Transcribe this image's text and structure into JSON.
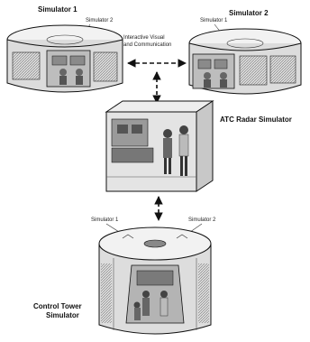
{
  "labels": {
    "sim1_title": "Simulator 1",
    "sim1_callout": "Simulator 2",
    "sim2_title": "Simulator 2",
    "sim2_callout": "Simulator 1",
    "link_line1": "Interactive Visual",
    "link_line2": "and Communication",
    "atc_title": "ATC Radar Simulator",
    "tower_callout_left": "Simulator 1",
    "tower_callout_right": "Simulator 2",
    "tower_title_line1": "Control Tower",
    "tower_title_line2": "Simulator"
  }
}
